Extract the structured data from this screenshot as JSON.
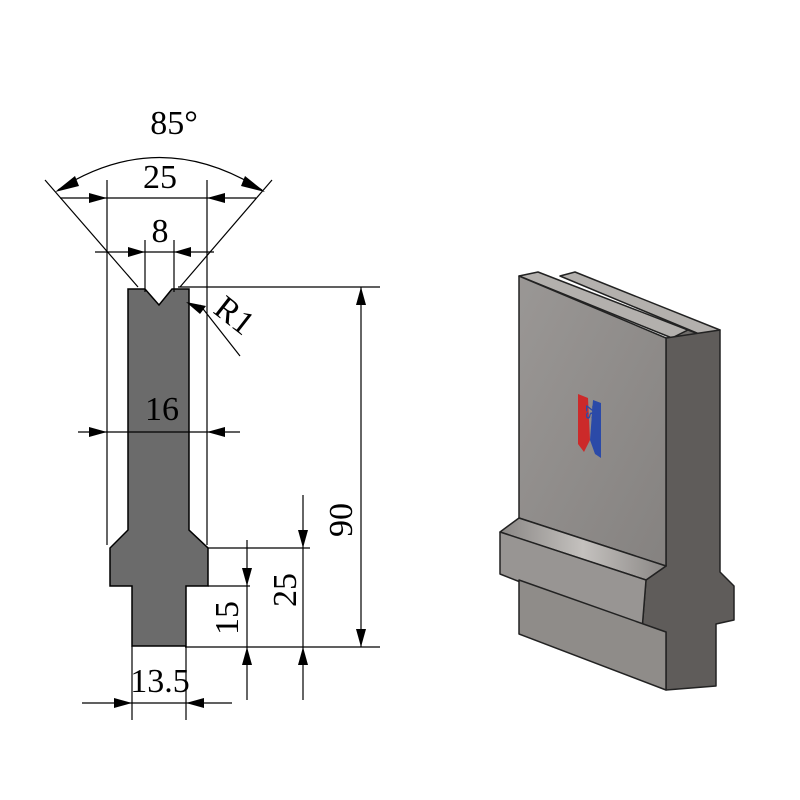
{
  "dimensions": {
    "angle": "85°",
    "top_width": "25",
    "groove_width": "8",
    "radius": "R1",
    "body_width": "16",
    "total_height": "90",
    "shoulder_height": "25",
    "tang_height": "15",
    "tang_width": "13.5"
  },
  "logo": {
    "text": "ZS"
  },
  "colors": {
    "profile_fill": "#6b6b6b",
    "face_front": "#8f8c89",
    "face_side": "#5f5c5a",
    "face_top": "#b3b0ad",
    "logo_red": "#cc2a2a",
    "logo_blue": "#2b4aa8"
  }
}
